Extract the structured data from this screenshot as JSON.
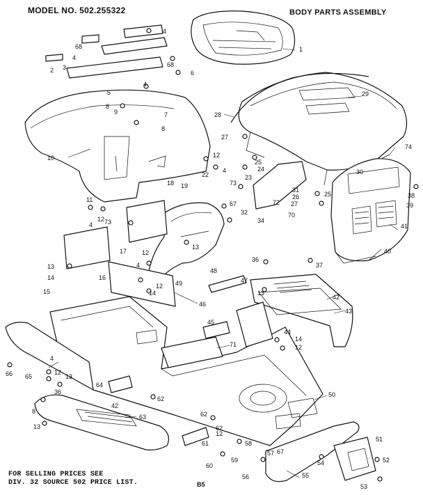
{
  "header": {
    "model": "MODEL NO. 502.255322",
    "assembly": "BODY PARTS ASSEMBLY"
  },
  "footer": {
    "line1": "FOR SELLING PRICES SEE",
    "line2": "DIV. 32 SOURCE 502 PRICE LIST.",
    "page": "B5"
  },
  "callouts": {
    "c1": "1",
    "c2": "2",
    "c3": "3",
    "c4": "4",
    "c5": "5",
    "c6": "6",
    "c7": "7",
    "c8": "8",
    "c9": "9",
    "c10": "10",
    "c11": "11",
    "c12": "12",
    "c13": "13",
    "c14": "14",
    "c15": "15",
    "c16": "16",
    "c17": "17",
    "c18": "18",
    "c19": "19",
    "c22": "22",
    "c23": "23",
    "c24": "24",
    "c25": "25",
    "c26": "26",
    "c27": "27",
    "c28": "28",
    "c29": "29",
    "c30": "30",
    "c31": "31",
    "c32": "32",
    "c34": "34",
    "c36": "36",
    "c37": "37",
    "c38": "38",
    "c39": "39",
    "c40": "40",
    "c41": "41",
    "c42": "42",
    "c43": "43",
    "c44": "44",
    "c45": "45",
    "c46": "46",
    "c47": "47",
    "c48": "48",
    "c49": "49",
    "c50": "50",
    "c51": "51",
    "c52": "52",
    "c53": "53",
    "c54": "54",
    "c55": "55",
    "c56": "56",
    "c57": "57",
    "c58": "58",
    "c59": "59",
    "c60": "60",
    "c61": "61",
    "c62": "62",
    "c63": "63",
    "c64": "64",
    "c65": "65",
    "c66": "66",
    "c67": "67",
    "c68": "68",
    "c70": "70",
    "c71": "71",
    "c72": "72",
    "c73": "73",
    "c74": "74"
  }
}
